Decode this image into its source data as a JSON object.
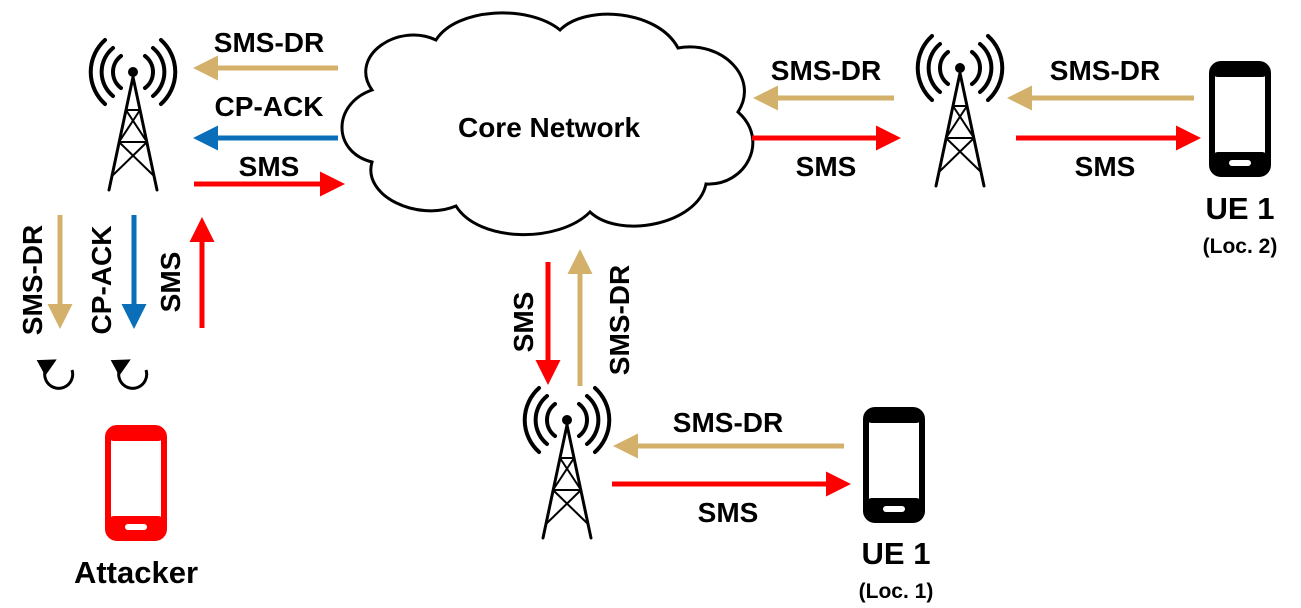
{
  "title": "",
  "core_network": {
    "label": "Core Network"
  },
  "messages": {
    "sms": "SMS",
    "sms_dr": "SMS-DR",
    "cp_ack": "CP-ACK"
  },
  "devices": {
    "attacker": {
      "label": "Attacker",
      "color": "#ff0000"
    },
    "ue1_loc2": {
      "label": "UE 1",
      "location": "(Loc. 2)",
      "color": "#000000"
    },
    "ue1_loc1": {
      "label": "UE 1",
      "location": "(Loc. 1)",
      "color": "#000000"
    }
  },
  "colors": {
    "sms": "#ff0000",
    "sms_dr": "#d4b16a",
    "cp_ack": "#0a6fb8"
  }
}
